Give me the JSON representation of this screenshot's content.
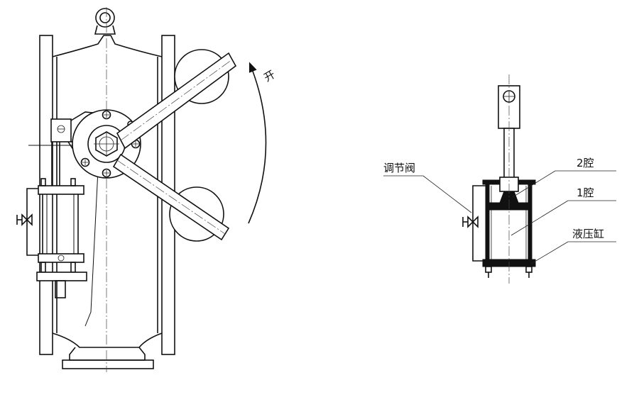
{
  "labels": {
    "open_direction": "开",
    "regulating_valve": "调节阀",
    "chamber_2": "2腔",
    "chamber_1": "1腔",
    "hydraulic_cylinder": "液压缸"
  }
}
